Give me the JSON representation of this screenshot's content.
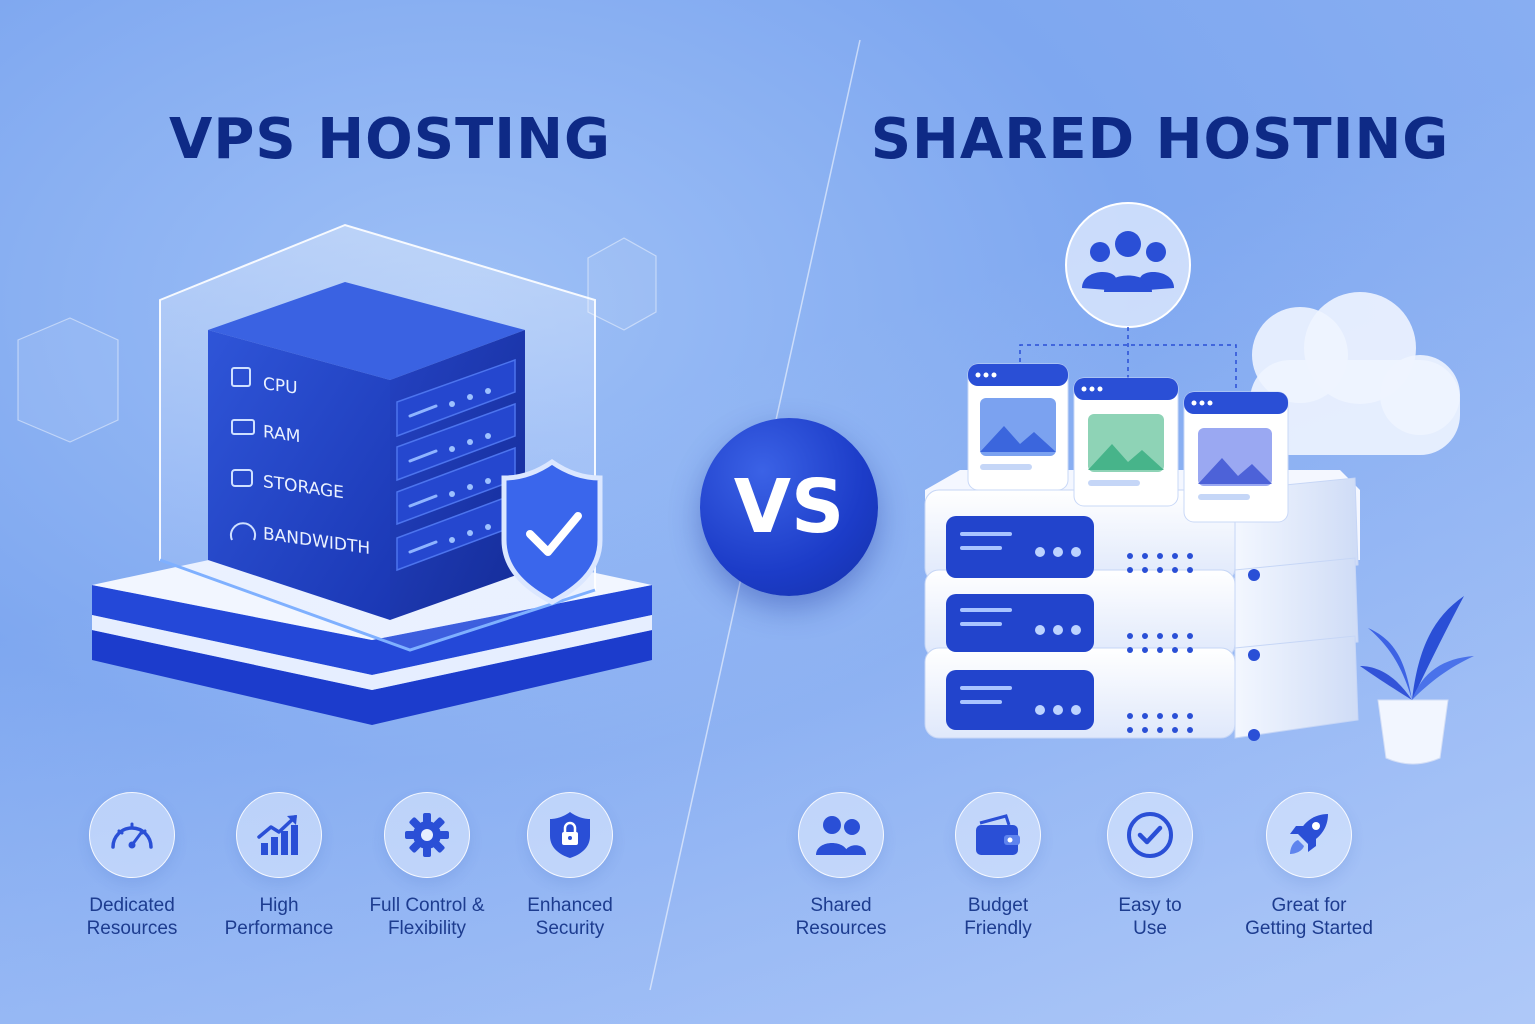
{
  "left": {
    "title": "VPS HOSTING",
    "server_labels": [
      "CPU",
      "RAM",
      "STORAGE",
      "BANDWIDTH"
    ],
    "features": [
      {
        "label": "Dedicated\nResources",
        "icon": "gauge-icon"
      },
      {
        "label": "High\nPerformance",
        "icon": "bar-chart-up-icon"
      },
      {
        "label": "Full Control &\nFlexibility",
        "icon": "gear-icon"
      },
      {
        "label": "Enhanced\nSecurity",
        "icon": "shield-lock-icon"
      }
    ]
  },
  "vs": "VS",
  "right": {
    "title": "SHARED HOSTING",
    "features": [
      {
        "label": "Shared\nResources",
        "icon": "users-icon"
      },
      {
        "label": "Budget\nFriendly",
        "icon": "wallet-icon"
      },
      {
        "label": "Easy to\nUse",
        "icon": "check-circle-icon"
      },
      {
        "label": "Great for\nGetting Started",
        "icon": "rocket-icon"
      }
    ]
  },
  "colors": {
    "primary": "#1c3cc8",
    "title": "#0e2a86",
    "label": "#1d3c8f",
    "icon": "#2a4fd6"
  }
}
